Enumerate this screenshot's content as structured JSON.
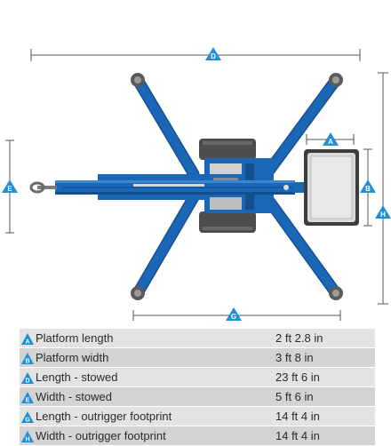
{
  "colors": {
    "machine_blue": "#1a67b8",
    "marker_blue": "#1e8fd8",
    "dimension_line": "#555555",
    "tire_dark": "#4d4d4d",
    "platform_gray": "#d9d9d9"
  },
  "markers": {
    "a": "A",
    "b": "B",
    "d": "D",
    "e": "E",
    "g": "G",
    "h": "H"
  },
  "specs": [
    {
      "letter": "A",
      "label": "Platform length",
      "value": "2 ft 2.8 in"
    },
    {
      "letter": "B",
      "label": "Platform width",
      "value": "3 ft 8 in"
    },
    {
      "letter": "D",
      "label": "Length - stowed",
      "value": "23 ft 6 in"
    },
    {
      "letter": "E",
      "label": "Width - stowed",
      "value": "5 ft 6 in"
    },
    {
      "letter": "G",
      "label": "Length - outrigger footprint",
      "value": "14 ft 4 in"
    },
    {
      "letter": "H",
      "label": "Width - outrigger footprint",
      "value": "14 ft 4 in"
    }
  ]
}
